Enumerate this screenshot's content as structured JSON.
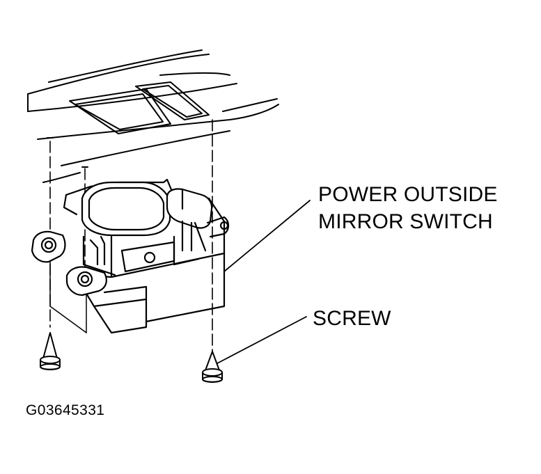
{
  "labels": {
    "mirror_switch_line1": "POWER OUTSIDE",
    "mirror_switch_line2": "MIRROR SWITCH",
    "screw": "SCREW",
    "figure_code": "G03645331"
  },
  "colors": {
    "ink": "#000000",
    "paper": "#ffffff"
  }
}
